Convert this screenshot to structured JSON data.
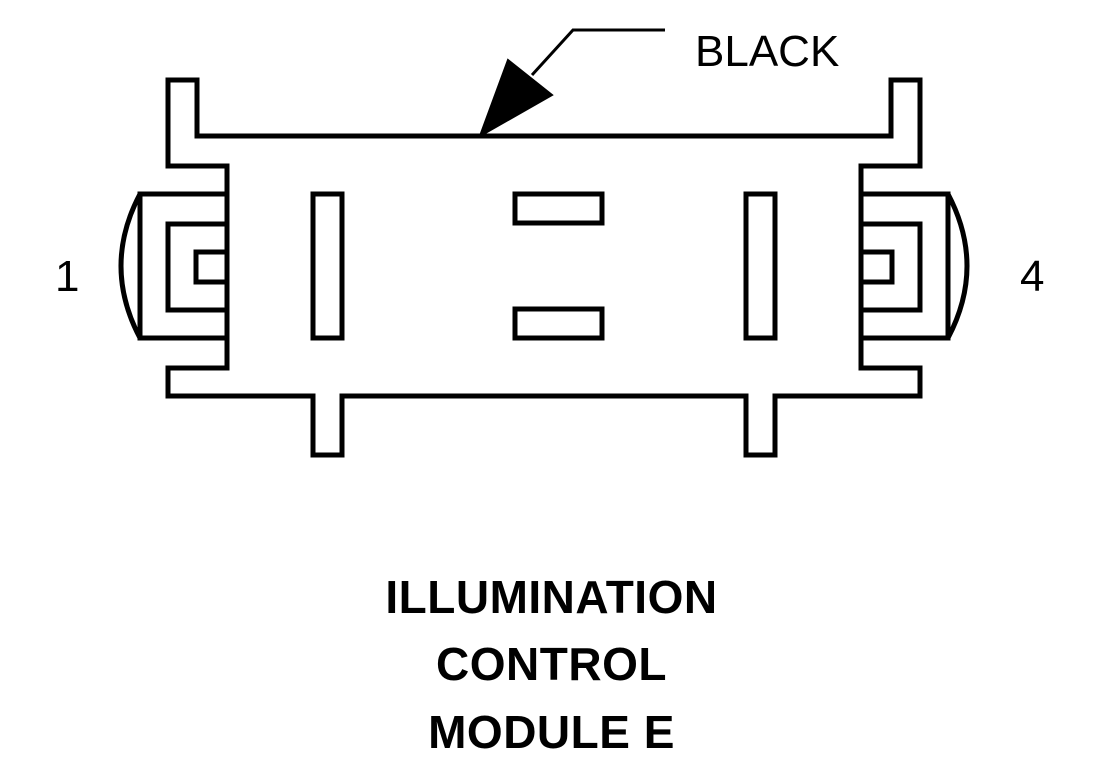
{
  "connector": {
    "color_label": "BLACK",
    "pin_left": "1",
    "pin_right": "4"
  },
  "caption": {
    "line1": "ILLUMINATION",
    "line2": "CONTROL",
    "line3": "MODULE E"
  }
}
